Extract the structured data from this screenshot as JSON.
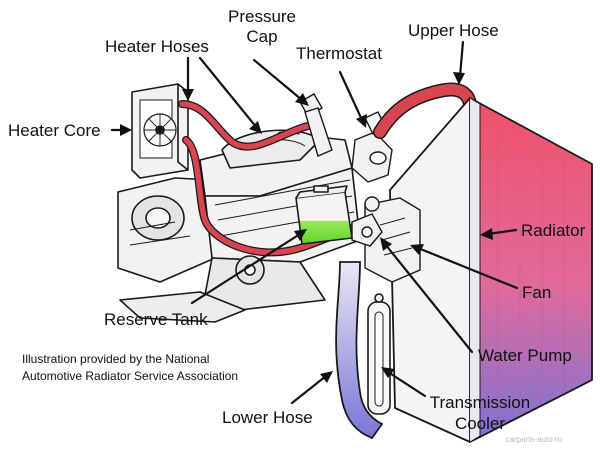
{
  "labels": {
    "heater_hoses": "Heater Hoses",
    "pressure_cap_line1": "Pressure",
    "pressure_cap_line2": "Cap",
    "thermostat": "Thermostat",
    "upper_hose": "Upper Hose",
    "heater_core": "Heater Core",
    "radiator": "Radiator",
    "fan": "Fan",
    "reserve_tank": "Reserve Tank",
    "water_pump": "Water Pump",
    "lower_hose": "Lower Hose",
    "transmission_cooler_line1": "Transmission",
    "transmission_cooler_line2": "Cooler"
  },
  "credit": {
    "line1": "Illustration provided by the National",
    "line2": "Automotive Radiator Service Association"
  },
  "watermark": "carparts-auto.ru",
  "colors": {
    "hose_red": "#d64550",
    "radiator_top": "#f0516a",
    "radiator_bottom": "#7a74d6",
    "reserve_fluid": "#7de23a",
    "outline": "#1a1a1a"
  }
}
